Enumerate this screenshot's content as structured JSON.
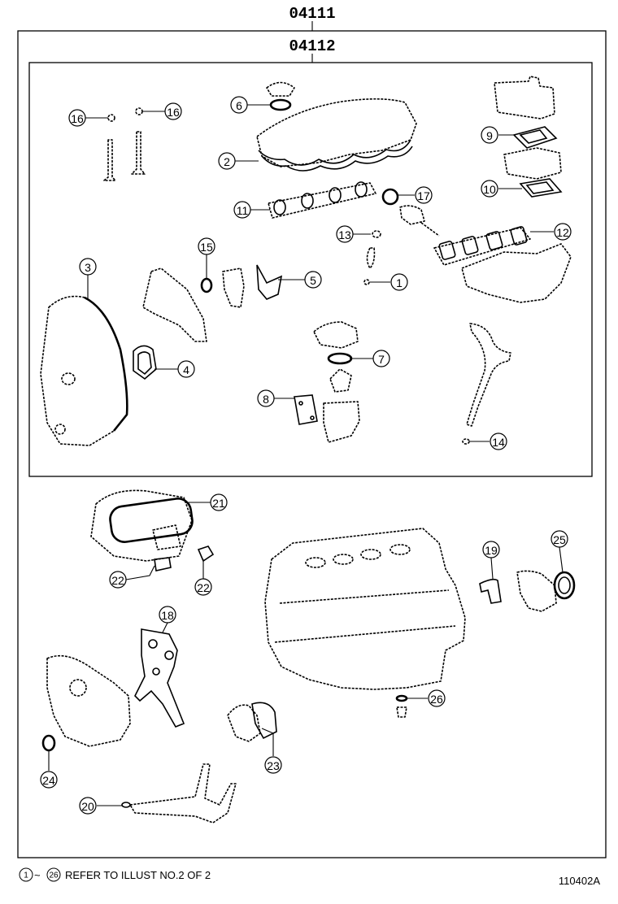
{
  "assembly_outer": "04111",
  "assembly_inner": "04112",
  "callouts": {
    "c1": "1",
    "c2": "2",
    "c3": "3",
    "c4": "4",
    "c5": "5",
    "c6": "6",
    "c7": "7",
    "c8": "8",
    "c9": "9",
    "c10": "10",
    "c11": "11",
    "c12": "12",
    "c13": "13",
    "c14": "14",
    "c15": "15",
    "c16a": "16",
    "c16b": "16",
    "c17": "17",
    "c18": "18",
    "c19": "19",
    "c20": "20",
    "c21": "21",
    "c22a": "22",
    "c22b": "22",
    "c23": "23",
    "c24": "24",
    "c25": "25",
    "c26": "26"
  },
  "footnote": {
    "from": "1",
    "tilde": "~",
    "to": "26",
    "text": "REFER TO ILLUST NO.2 OF 2"
  },
  "illustration_id": "110402A"
}
